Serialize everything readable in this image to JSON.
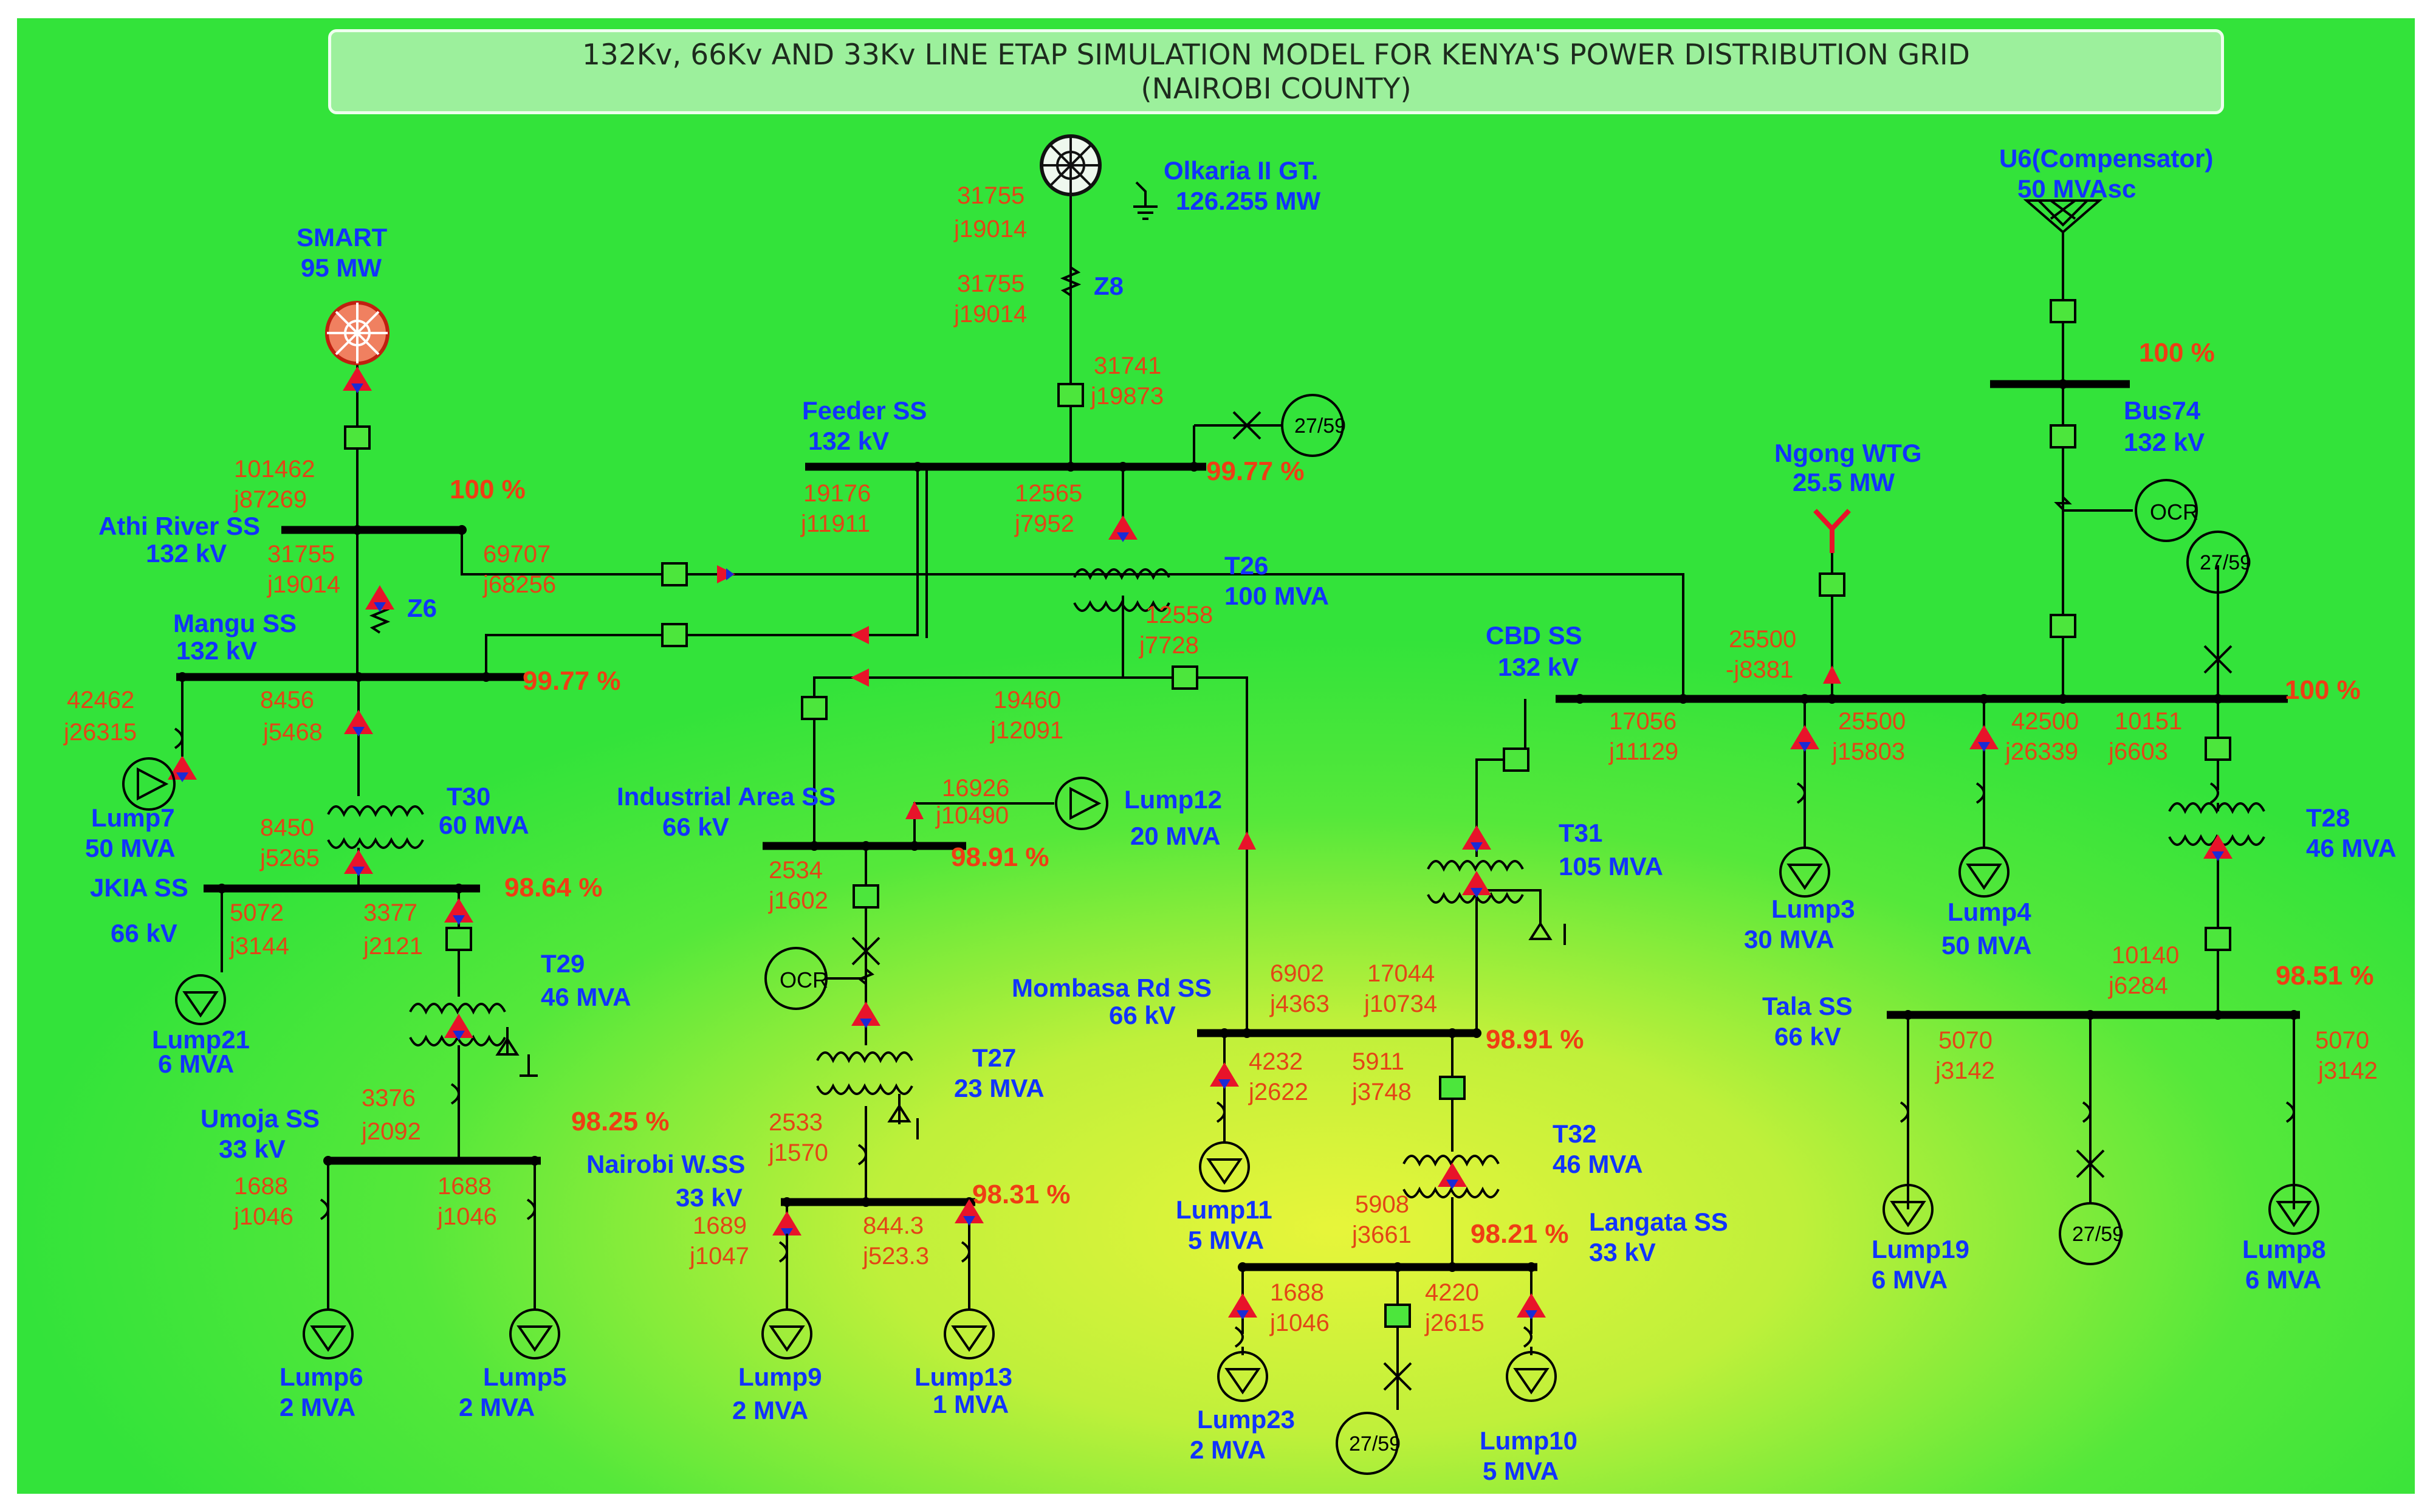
{
  "title": {
    "line1": "132Kv, 66Kv AND 33Kv LINE ETAP SIMULATION MODEL FOR KENYA'S POWER DISTRIBUTION GRID",
    "line2": "(NAIROBI COUNTY)"
  },
  "colors": {
    "label_blue": "#1133ff",
    "flow_red": "#e34516",
    "background_green": "#33e33a",
    "bus_black": "#000000"
  },
  "sources": {
    "smart": {
      "name": "SMART",
      "rating": "95 MW"
    },
    "olkaria": {
      "name": "Olkaria II GT.",
      "rating": "126.255 MW"
    },
    "ngong": {
      "name": "Ngong WTG",
      "rating": "25.5 MW"
    },
    "u6": {
      "name": "U6(Compensator)",
      "rating": "50 MVAsc"
    }
  },
  "buses": {
    "athi": {
      "name": "Athi River SS",
      "kv": "132 kV",
      "pct": "100 %"
    },
    "mangu": {
      "name": "Mangu SS",
      "kv": "132 kV",
      "pct": "99.77 %"
    },
    "feeder": {
      "name": "Feeder SS",
      "kv": "132 kV",
      "pct": "99.77 %"
    },
    "cbd": {
      "name": "CBD SS",
      "kv": "132 kV",
      "pct": "100 %"
    },
    "bus74": {
      "name": "Bus74",
      "kv": "132 kV",
      "pct": "100 %"
    },
    "jkia": {
      "name": "JKIA SS",
      "kv": "66 kV",
      "pct": "98.64 %"
    },
    "industrial": {
      "name": "Industrial Area SS",
      "kv": "66 kV",
      "pct": "98.91 %"
    },
    "mombasa": {
      "name": "Mombasa Rd SS",
      "kv": "66 kV",
      "pct": "98.91 %"
    },
    "tala": {
      "name": "Tala  SS",
      "kv": "66 kV",
      "pct": "98.51 %"
    },
    "umoja": {
      "name": "Umoja SS",
      "kv": "33 kV",
      "pct": "98.25 %"
    },
    "nairobiw": {
      "name": "Nairobi W.SS",
      "kv": "33 kV",
      "pct": "98.31 %"
    },
    "langata": {
      "name": "Langata SS",
      "kv": "33 kV",
      "pct": "98.21 %"
    }
  },
  "transformers": {
    "t26": {
      "name": "T26",
      "rating": "100 MVA"
    },
    "t30": {
      "name": "T30",
      "rating": "60 MVA"
    },
    "t29": {
      "name": "T29",
      "rating": "46 MVA"
    },
    "t27": {
      "name": "T27",
      "rating": "23 MVA"
    },
    "t31": {
      "name": "T31",
      "rating": "105 MVA"
    },
    "t32": {
      "name": "T32",
      "rating": "46 MVA"
    },
    "t28": {
      "name": "T28",
      "rating": "46 MVA"
    }
  },
  "impedances": {
    "z8": "Z8",
    "z6": "Z6"
  },
  "devices": {
    "ocr": "OCR",
    "relay": "27/59"
  },
  "loads": {
    "lump7": {
      "name": "Lump7",
      "rating": "50 MVA"
    },
    "lump21": {
      "name": "Lump21",
      "rating": "6 MVA"
    },
    "lump6": {
      "name": "Lump6",
      "rating": "2 MVA"
    },
    "lump5": {
      "name": "Lump5",
      "rating": "2 MVA"
    },
    "lump9": {
      "name": "Lump9",
      "rating": "2 MVA"
    },
    "lump13": {
      "name": "Lump13",
      "rating": "1 MVA"
    },
    "lump12": {
      "name": "Lump12",
      "rating": "20 MVA"
    },
    "lump11": {
      "name": "Lump11",
      "rating": "5 MVA"
    },
    "lump23": {
      "name": "Lump23",
      "rating": "2 MVA"
    },
    "lump10": {
      "name": "Lump10",
      "rating": "5 MVA"
    },
    "lump3": {
      "name": "Lump3",
      "rating": "30 MVA"
    },
    "lump4": {
      "name": "Lump4",
      "rating": "50 MVA"
    },
    "lump19": {
      "name": "Lump19",
      "rating": "6 MVA"
    },
    "lump8": {
      "name": "Lump8",
      "rating": "6 MVA"
    }
  },
  "flows": {
    "olk_a": [
      "31755",
      "j19014"
    ],
    "olk_b": [
      "31755",
      "j19014"
    ],
    "olk_c": [
      "31741",
      "j19873"
    ],
    "smart": [
      "101462",
      "j87269"
    ],
    "athi_z6": [
      "31755",
      "j19014"
    ],
    "athi_cbd": [
      "69707",
      "j68256"
    ],
    "feeder_l": [
      "19176",
      "j11911"
    ],
    "feeder_t26": [
      "12565",
      "j7952"
    ],
    "t26_sec": [
      "12558",
      "j7728"
    ],
    "ind_in": [
      "19460",
      "j12091"
    ],
    "mangu_l7": [
      "42462",
      "j26315"
    ],
    "mangu_t30": [
      "8456",
      "j5468"
    ],
    "t30_sec": [
      "8450",
      "j5265"
    ],
    "jkia_l21": [
      "5072",
      "j3144"
    ],
    "jkia_t29": [
      "3377",
      "j2121"
    ],
    "t29_sec": [
      "3376",
      "j2092"
    ],
    "umoja_l6": [
      "1688",
      "j1046"
    ],
    "umoja_l5": [
      "1688",
      "j1046"
    ],
    "ind_l12": [
      "16926",
      "j10490"
    ],
    "ind_t27": [
      "2534",
      "j1602"
    ],
    "t27_sec": [
      "2533",
      "j1570"
    ],
    "nw_l9": [
      "1689",
      "j1047"
    ],
    "nw_l13": [
      "844.3",
      "j523.3"
    ],
    "mom_in": [
      "6902",
      "j4363"
    ],
    "mom_t31": [
      "17044",
      "j10734"
    ],
    "mom_l11": [
      "4232",
      "j2622"
    ],
    "mom_t32": [
      "5911",
      "j3748"
    ],
    "t32_sec": [
      "5908",
      "j3661"
    ],
    "lan_l23": [
      "1688",
      "j1046"
    ],
    "lan_l10": [
      "4220",
      "j2615"
    ],
    "ngong": [
      "25500",
      "-j8381"
    ],
    "cbd_t31": [
      "17056",
      "j11129"
    ],
    "cbd_l3": [
      "25500",
      "j15803"
    ],
    "cbd_l4": [
      "42500",
      "j26339"
    ],
    "cbd_t28": [
      "10151",
      "j6603"
    ],
    "t28_sec": [
      "10140",
      "j6284"
    ],
    "tala_l19": [
      "5070",
      "j3142"
    ],
    "tala_l8": [
      "5070",
      "j3142"
    ]
  }
}
